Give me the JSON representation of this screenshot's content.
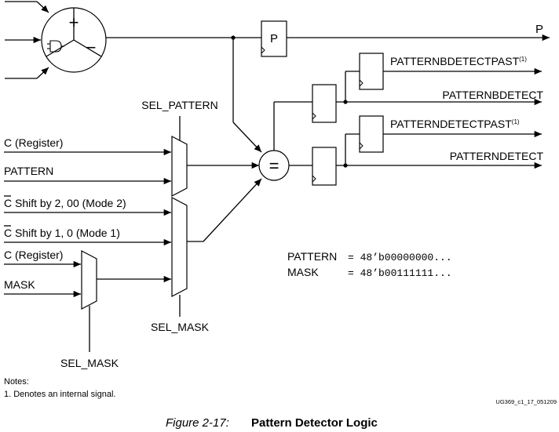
{
  "alu_symbols": {
    "plus": "+",
    "minus": "−"
  },
  "register_p": "P",
  "compare_symbol": "=",
  "outputs": {
    "p": "P",
    "pattern_b_detect_past": "PATTERNBDETECTPAST",
    "pattern_b_detect_past_note": "(1)",
    "pattern_b_detect": "PATTERNBDETECT",
    "pattern_detect_past": "PATTERNDETECTPAST",
    "pattern_detect_past_note": "(1)",
    "pattern_detect": "PATTERNDETECT"
  },
  "inputs": {
    "c_register_1": "C (Register)",
    "pattern": "PATTERN",
    "c_bar_letter": "C",
    "c_shift_2": " Shift by 2, 00 (Mode 2)",
    "c_shift_1": " Shift by 1, 0 (Mode 1)",
    "c_register_2": "C (Register)",
    "mask": "MASK"
  },
  "selects": {
    "sel_pattern": "SEL_PATTERN",
    "sel_mask_main": "SEL_MASK",
    "sel_mask_small": "SEL_MASK"
  },
  "values": {
    "pattern_key": "PATTERN",
    "pattern_val": "= 48’b00000000...",
    "mask_key": "MASK",
    "mask_val": "= 48’b00111111..."
  },
  "notes": {
    "heading": "Notes:",
    "item_1": "1. Denotes an internal signal."
  },
  "figure_id": "UG369_c1_17_051209",
  "caption": {
    "number": "Figure 2-17:",
    "title": "Pattern Detector Logic"
  }
}
